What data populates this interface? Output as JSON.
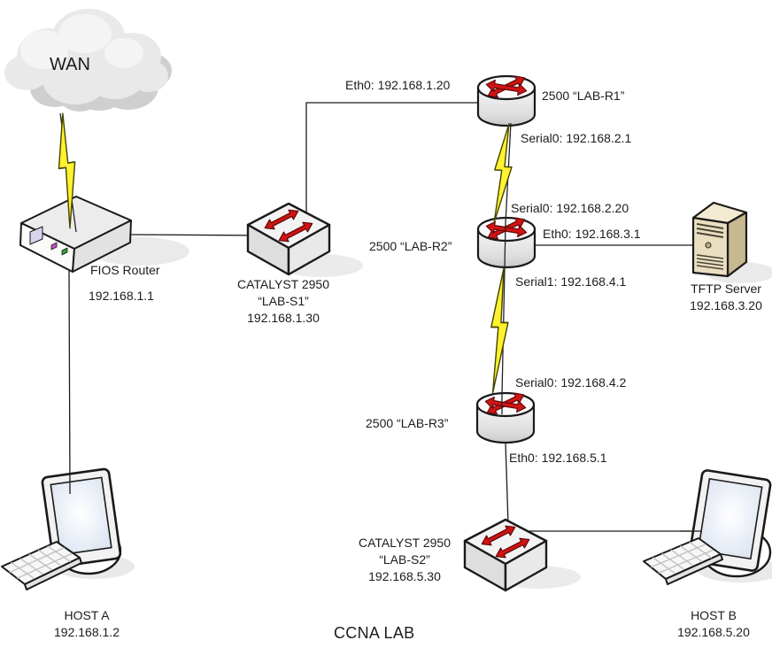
{
  "diagram": {
    "title": "CCNA LAB",
    "wan": {
      "label": "WAN"
    },
    "fios_router": {
      "name": "FIOS Router",
      "ip": "192.168.1.1"
    },
    "switch_s1": {
      "model": "CATALYST 2950",
      "hostname": "“LAB-S1”",
      "ip": "192.168.1.30"
    },
    "router_r1": {
      "name": "2500 “LAB-R1”",
      "eth0": "Eth0: 192.168.1.20",
      "serial0": "Serial0: 192.168.2.1"
    },
    "router_r2": {
      "name": "2500 “LAB-R2”",
      "serial0": "Serial0: 192.168.2.20",
      "eth0": "Eth0: 192.168.3.1",
      "serial1": "Serial1: 192.168.4.1"
    },
    "router_r3": {
      "name": "2500 “LAB-R3”",
      "serial0": "Serial0: 192.168.4.2",
      "eth0": "Eth0: 192.168.5.1"
    },
    "switch_s2": {
      "model": "CATALYST 2950",
      "hostname": "“LAB-S2”",
      "ip": "192.168.5.30"
    },
    "tftp_server": {
      "name": "TFTP Server",
      "ip": "192.168.3.20"
    },
    "host_a": {
      "name": "HOST A",
      "ip": "192.168.1.2"
    },
    "host_b": {
      "name": "HOST B",
      "ip": "192.168.5.20"
    },
    "colors": {
      "lightning_yellow": "#FFF22E",
      "arrow_red": "#CF1414",
      "server_tan": "#E9DFC0",
      "line_black": "#1c1c1c"
    }
  }
}
